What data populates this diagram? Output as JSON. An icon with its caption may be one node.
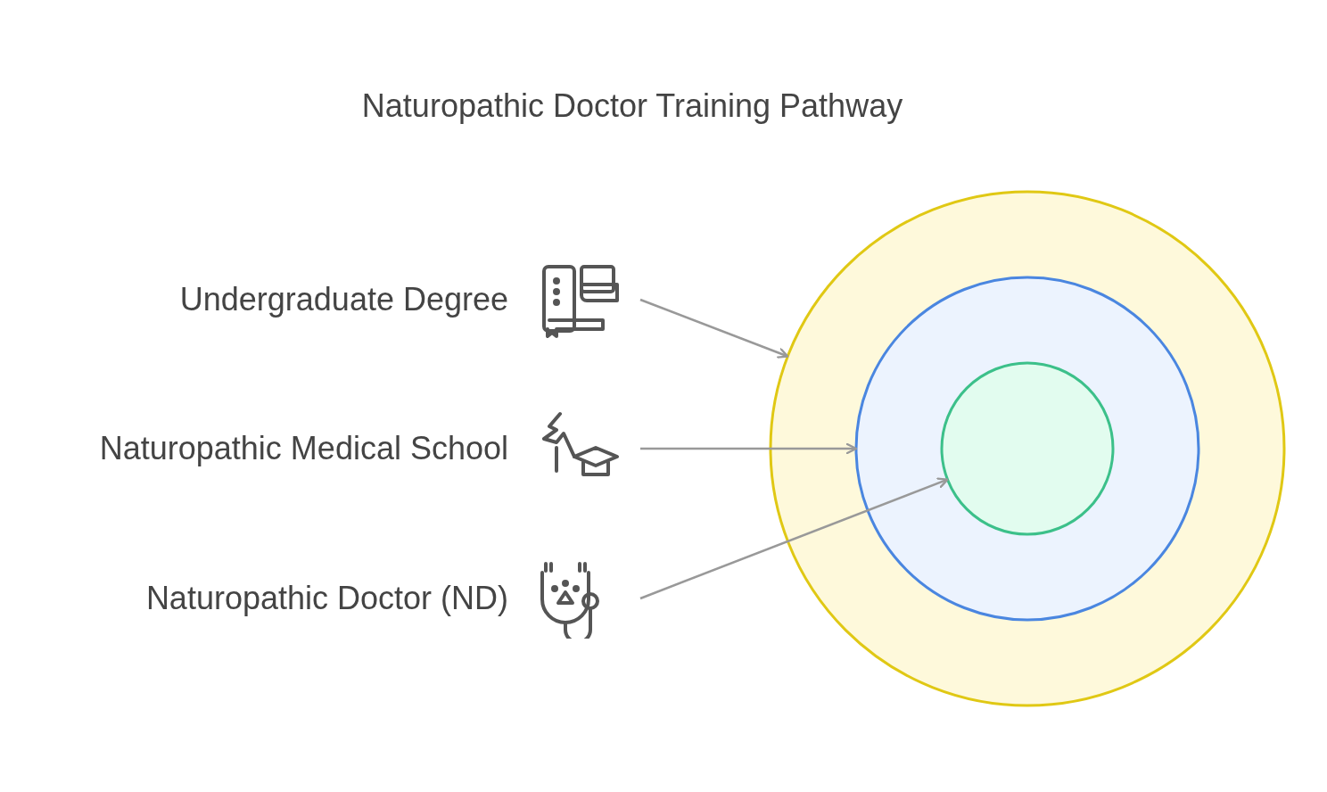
{
  "diagram": {
    "title": "Naturopathic Doctor Training Pathway",
    "nodes": [
      {
        "text": [
          "Undergraduate Degree"
        ]
      },
      {
        "text": [
          "Naturopathic Medical School"
        ]
      },
      {
        "text": [
          "Naturopathic Doctor (ND)"
        ]
      },
      {
        "text": [],
        "shape": "circle"
      },
      {
        "text": [],
        "shape": "circle",
        "in": 3
      },
      {
        "text": [],
        "shape": "circle",
        "in": 4
      }
    ],
    "edges": [
      {
        "from": 0,
        "to": 3,
        "arrow": "to"
      },
      {
        "from": 1,
        "to": 4,
        "arrow": "to"
      },
      {
        "from": 2,
        "to": 5,
        "arrow": "to"
      }
    ]
  }
}
